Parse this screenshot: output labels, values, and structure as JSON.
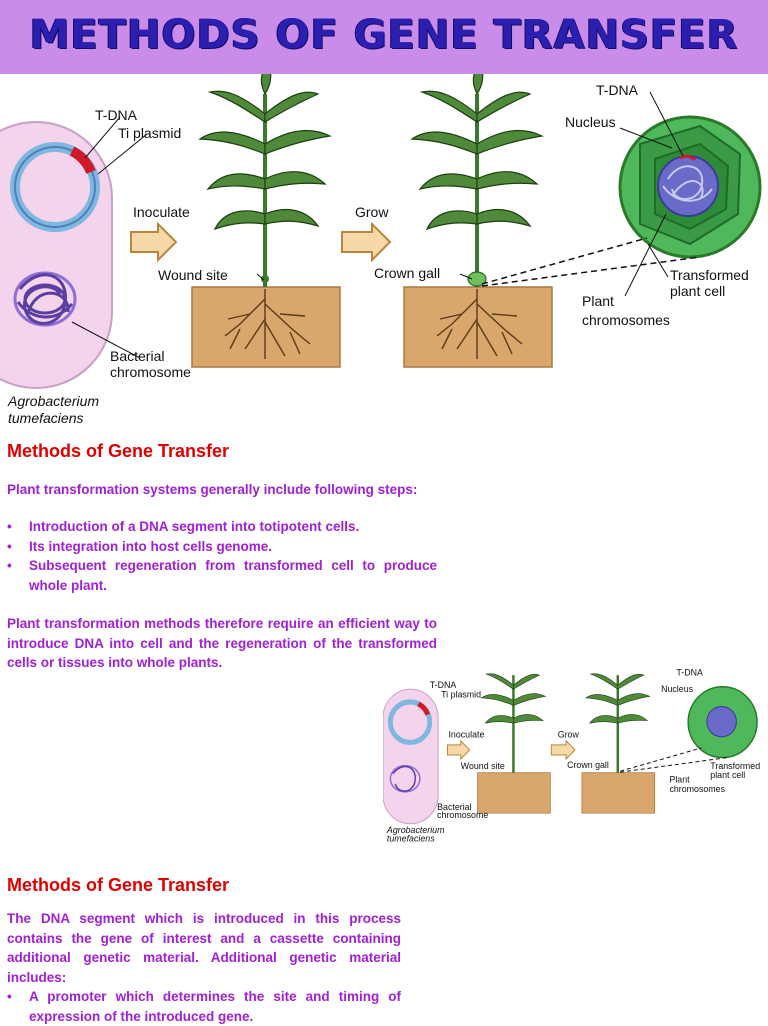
{
  "banner": {
    "title": "Methods of Gene Transfer"
  },
  "figure_top": {
    "labels": {
      "t_dna": "T-DNA",
      "ti_plasmid": "Ti plasmid",
      "inoculate": "Inoculate",
      "grow": "Grow",
      "wound_site": "Wound site",
      "crown_gall": "Crown gall",
      "t_dna_cell": "T-DNA",
      "nucleus": "Nucleus",
      "transformed_plant_cell_1": "Transformed",
      "transformed_plant_cell_2": "plant cell",
      "plant_chromosomes_1": "Plant",
      "plant_chromosomes_2": "chromosomes",
      "bacterial_chromosome_1": "Bacterial",
      "bacterial_chromosome_2": "chromosome",
      "agrobacterium_1": "Agrobacterium",
      "agrobacterium_2": "tumefaciens"
    }
  },
  "section1": {
    "heading": "Methods of Gene Transfer",
    "intro": "Plant transformation systems generally include following steps:",
    "bullets": [
      "Introduction of a DNA segment into totipotent cells.",
      "Its integration into host cells genome.",
      "Subsequent regeneration from transformed cell to produce whole plant."
    ],
    "paragraph": "Plant transformation methods therefore require an efficient way to introduce DNA into cell and the regeneration of the transformed cells or tissues into whole plants."
  },
  "section2": {
    "heading": "Methods of Gene Transfer",
    "paragraph": "The DNA segment which is introduced in this process contains the gene of interest and a cassette containing additional genetic material. Additional genetic material includes:",
    "bullets": [
      "A promoter which determines the site and timing of expression of the introduced gene."
    ]
  },
  "colors": {
    "banner_bg": "#c98ce8",
    "title": "#2a1fb0",
    "heading": "#e00000",
    "body": "#a020d8",
    "soil": "#d9a66b",
    "cell_green": "#3aa64a"
  },
  "icons": [
    "bullet-dot",
    "arrow-right-icon",
    "plasmid-icon",
    "chromosome-icon",
    "plant-icon",
    "cell-icon"
  ]
}
